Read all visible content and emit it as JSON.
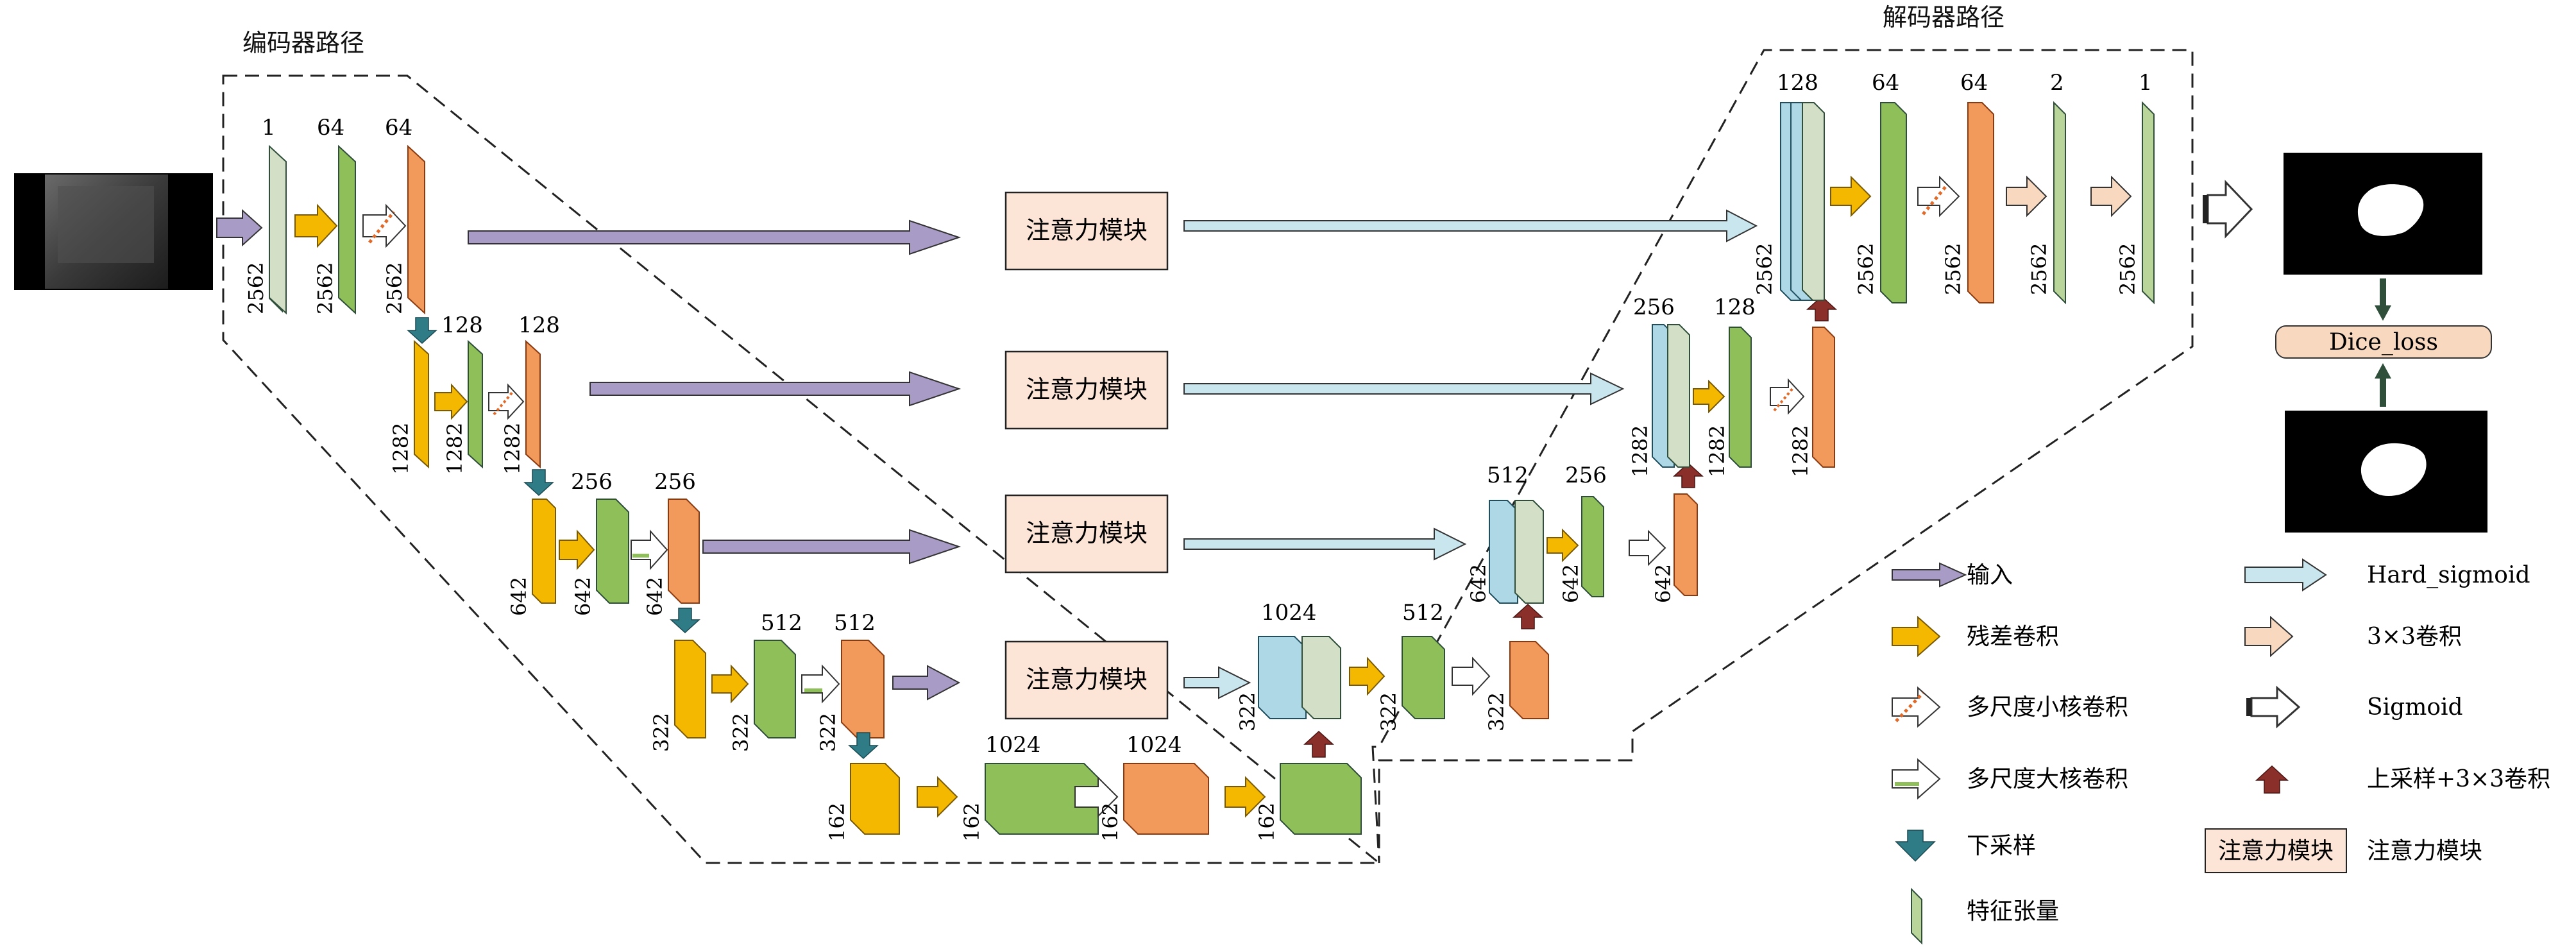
{
  "title": "",
  "encoder_label": "编码器路径",
  "decoder_label": "解码器路径",
  "attention_label": "注意力模块",
  "loss_label": "Dice_loss",
  "levels": [
    {
      "channels": [
        "1",
        "64",
        "64"
      ],
      "size": "2562"
    },
    {
      "channels": [
        "128",
        "128"
      ],
      "size": "1282"
    },
    {
      "channels": [
        "256",
        "256"
      ],
      "size": "642"
    },
    {
      "channels": [
        "512",
        "512"
      ],
      "size": "322"
    },
    {
      "channels": [
        "1024",
        "1024"
      ],
      "size": "162"
    }
  ],
  "decoder_levels": [
    {
      "channels": [
        "1024",
        "512"
      ],
      "size": "322"
    },
    {
      "channels": [
        "512",
        "256"
      ],
      "size": "642"
    },
    {
      "channels": [
        "256",
        "128"
      ],
      "size": "1282"
    },
    {
      "channels": [
        "128",
        "64",
        "64",
        "2",
        "1"
      ],
      "size": "2562"
    }
  ],
  "legend": [
    {
      "key": "input",
      "label": "输入"
    },
    {
      "key": "hard_sigmoid",
      "label": "Hard_sigmoid"
    },
    {
      "key": "residual_conv",
      "label": "残差卷积"
    },
    {
      "key": "conv3x3",
      "label": "3×3卷积"
    },
    {
      "key": "multiscale_small",
      "label": "多尺度小核卷积"
    },
    {
      "key": "sigmoid",
      "label": "Sigmoid"
    },
    {
      "key": "multiscale_large",
      "label": "多尺度大核卷积"
    },
    {
      "key": "upsample",
      "label": "上采样+3×3卷积"
    },
    {
      "key": "downsample",
      "label": "下采样"
    },
    {
      "key": "attention",
      "label": "注意力模块"
    },
    {
      "key": "feature_tensor",
      "label": "特征张量"
    }
  ],
  "colors": {
    "purple_arrow": "#a89bc6",
    "blue_arrow": "#c9e6ef",
    "yellow": "#f5b800",
    "green": "#8fbf58",
    "orange": "#f29a5c",
    "light_green": "#b9d59a",
    "cyan_block": "#aed8e6",
    "grey_block": "#d3dfc6",
    "peach": "#f8d9c0",
    "attention_fill": "#fce4d6",
    "teal": "#2f7b86",
    "dark_red": "#8b2f2a",
    "dark_green": "#2f4f3a"
  }
}
